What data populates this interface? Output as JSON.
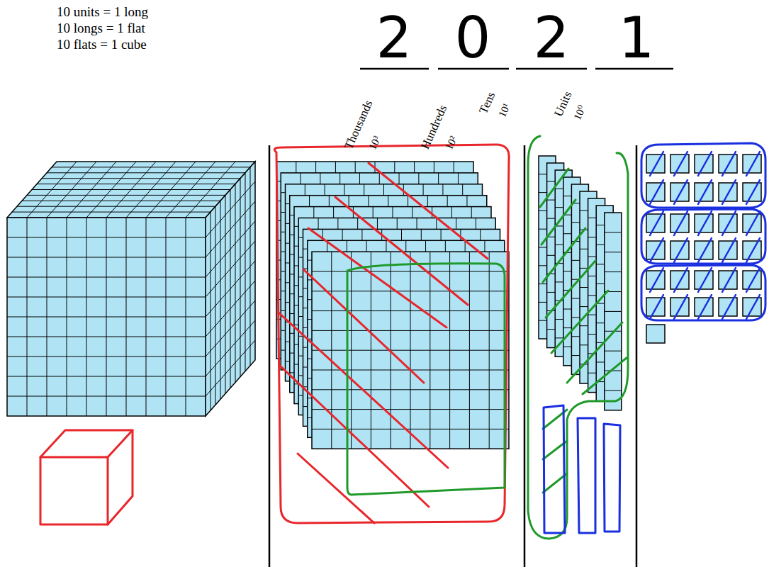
{
  "diagram": {
    "labels": [
      "10 units = 1 long",
      "10 longs = 1 flat",
      "10 flats = 1 cube",
      "2",
      "0",
      "2",
      "1",
      "Thousands",
      "10³",
      "Hundreds",
      "10²",
      "Tens",
      "10¹",
      "Units",
      "10⁰"
    ]
  }
}
